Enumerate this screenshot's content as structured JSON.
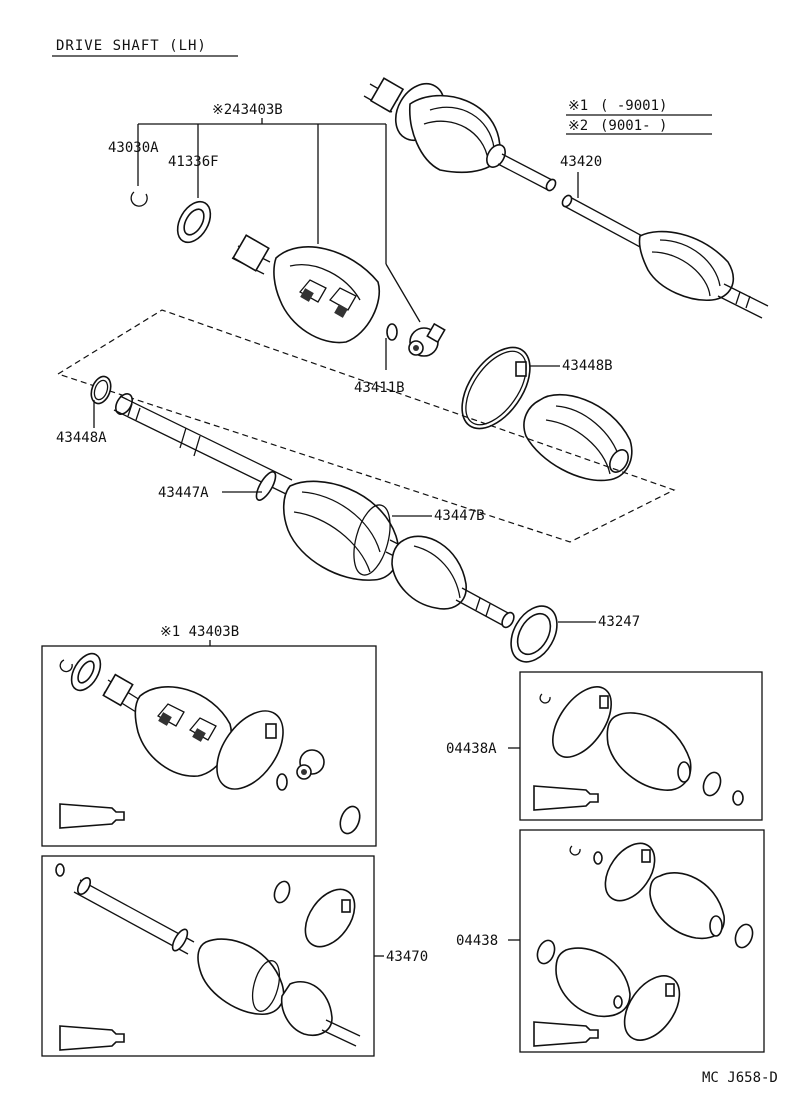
{
  "title": "DRIVE SHAFT (LH)",
  "footer_code": "MC J658-D",
  "notes": [
    {
      "mark": "※1",
      "text": "(      -9001)"
    },
    {
      "mark": "※2",
      "text": "(9001-      )"
    }
  ],
  "labels": {
    "p43403B_2": "※243403B",
    "p43030A": "43030A",
    "p41336F": "41336F",
    "p43420": "43420",
    "p43411B": "43411B",
    "p43448B": "43448B",
    "p43448A": "43448A",
    "p43447A": "43447A",
    "p43447B": "43447B",
    "p43247": "43247",
    "p43403B_1": "※1 43403B",
    "p04438A": "04438A",
    "p04438": "04438",
    "p43470": "43470"
  }
}
